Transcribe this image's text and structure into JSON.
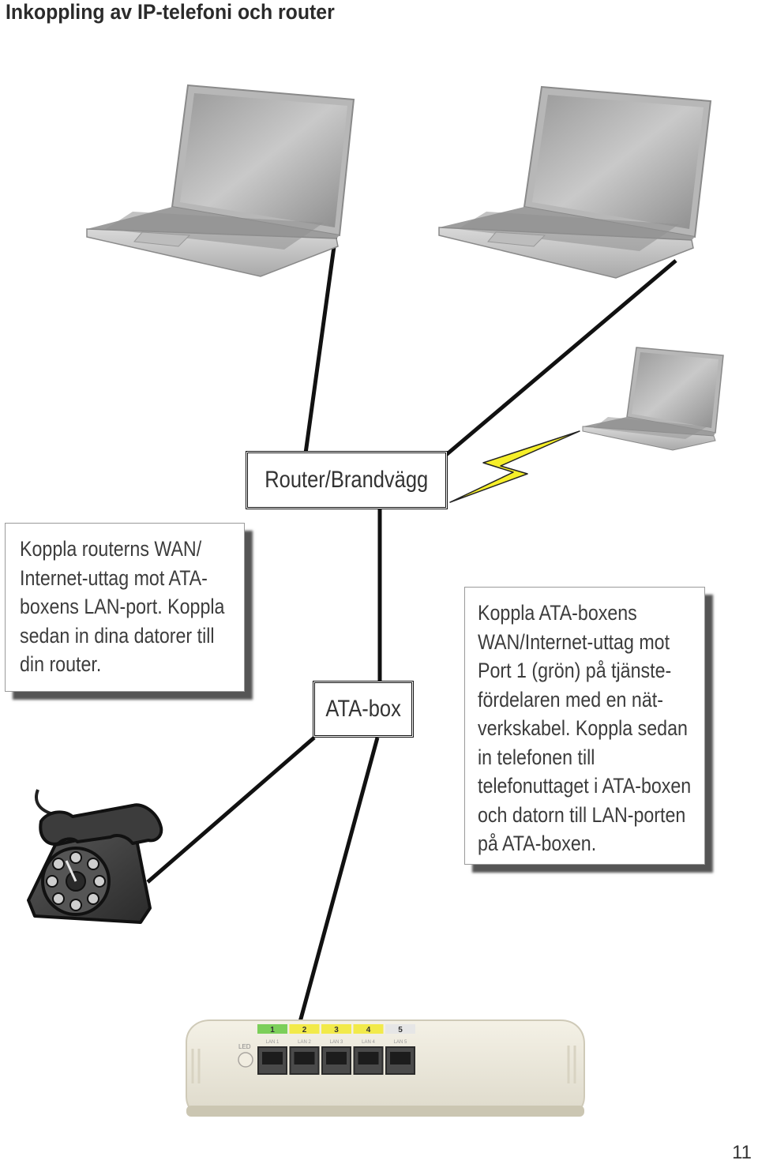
{
  "page": {
    "title": "Inkoppling av IP-telefoni och router",
    "page_number": "11"
  },
  "diagram": {
    "router_label": "Router/Brandvägg",
    "ata_label": "ATA-box",
    "note_left": "Koppla routerns WAN/ Internet-uttag mot ATA-boxens LAN-port. Koppla sedan in dina datorer till din router.",
    "note_right": "Koppla ATA-boxens WAN/Internet-uttag mot Port 1 (grön) på tjänste-fördelaren med en nät-verkskabel. Koppla sedan in telefonen till telefonuttaget i ATA-boxen och datorn till LAN-porten på ATA-boxen."
  },
  "switch": {
    "led_label": "LED",
    "ports": [
      {
        "number": "1",
        "label": "LAN 1",
        "color": "#7ccf5a"
      },
      {
        "number": "2",
        "label": "LAN 2",
        "color": "#f2ea4a"
      },
      {
        "number": "3",
        "label": "LAN 3",
        "color": "#f2ea4a"
      },
      {
        "number": "4",
        "label": "LAN 4",
        "color": "#f2ea4a"
      },
      {
        "number": "5",
        "label": "LAN 5",
        "color": "#e6e6e6"
      }
    ]
  },
  "icons": [
    "laptop-icon",
    "laptop-icon",
    "laptop-icon",
    "lightning-icon",
    "rotary-phone-icon",
    "network-switch-icon"
  ],
  "colors": {
    "lightning": "#f6ef2a",
    "cable": "#111111",
    "note_shadow": "#555555"
  }
}
